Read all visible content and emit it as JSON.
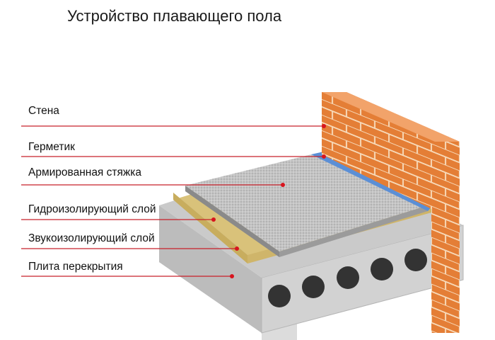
{
  "title": "Устройство плавающего пола",
  "labels": [
    {
      "text": "Стена"
    },
    {
      "text": "Герметик"
    },
    {
      "text": "Армированная стяжка"
    },
    {
      "text": "Гидроизолирующий слой"
    },
    {
      "text": "Звукоизолирующий слой"
    },
    {
      "text": "Плита перекрытия"
    }
  ],
  "colors": {
    "leader": "#c8202a",
    "brick": "#e07a34",
    "insulation": "#d9c27a",
    "screed": "#bdbdbd",
    "sealant": "#5b8fd6",
    "slab": "#cfcfcf"
  }
}
